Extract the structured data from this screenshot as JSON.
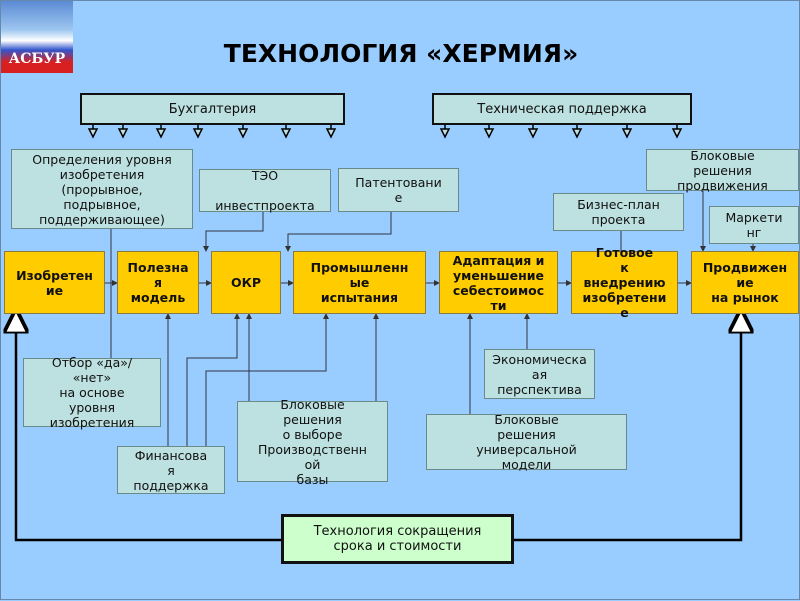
{
  "logo": {
    "text": "АСБУР"
  },
  "title": "ТЕХНОЛОГИЯ «ХЕРМИЯ»",
  "top": {
    "accounting": "Бухгалтерия",
    "tech_support": "Техническая поддержка"
  },
  "support": {
    "level": "Определения уровня\nизобретения\n(прорывное,\nподрывное,\nподдерживающее)",
    "teo": "ТЭО\n\nинвестпроекта",
    "patent": "Патентовани\nе",
    "promo_blocks": "Блоковые\nрешения\nпродвижения",
    "bizplan": "Бизнес-план\nпроекта",
    "marketing": "Маркети\nнг"
  },
  "stages": [
    "Изобретен\nие",
    "Полезна\nя\nмодель",
    "ОКР",
    "Промышленн\nые\nиспытания",
    "Адаптация и\nуменьшение\nсебестоимос\nти",
    "Готовое\nк\nвнедрению\nизобретени\nе",
    "Продвижен\nие\nна рынок"
  ],
  "bottom": {
    "selection": "Отбор «да»/\n«нет»\nна основе\nуровня\nизобретения",
    "finance": "Финансова\nя\nподдержка",
    "production_blocks": "Блоковые\nрешения\nо  выборе\nПроизводственн\nой\nбазы",
    "economic": "Экономическа\nая\nперспектива",
    "universal_blocks": "Блоковые\nрешения\nуниверсальной\nмодели",
    "tech_reduction": "Технология сокращения\nсрока и стоимости"
  },
  "colors": {
    "background": "#99ccff",
    "stage": "#ffcc00",
    "support": "#bde0e0",
    "highlight": "#ccffcc"
  }
}
